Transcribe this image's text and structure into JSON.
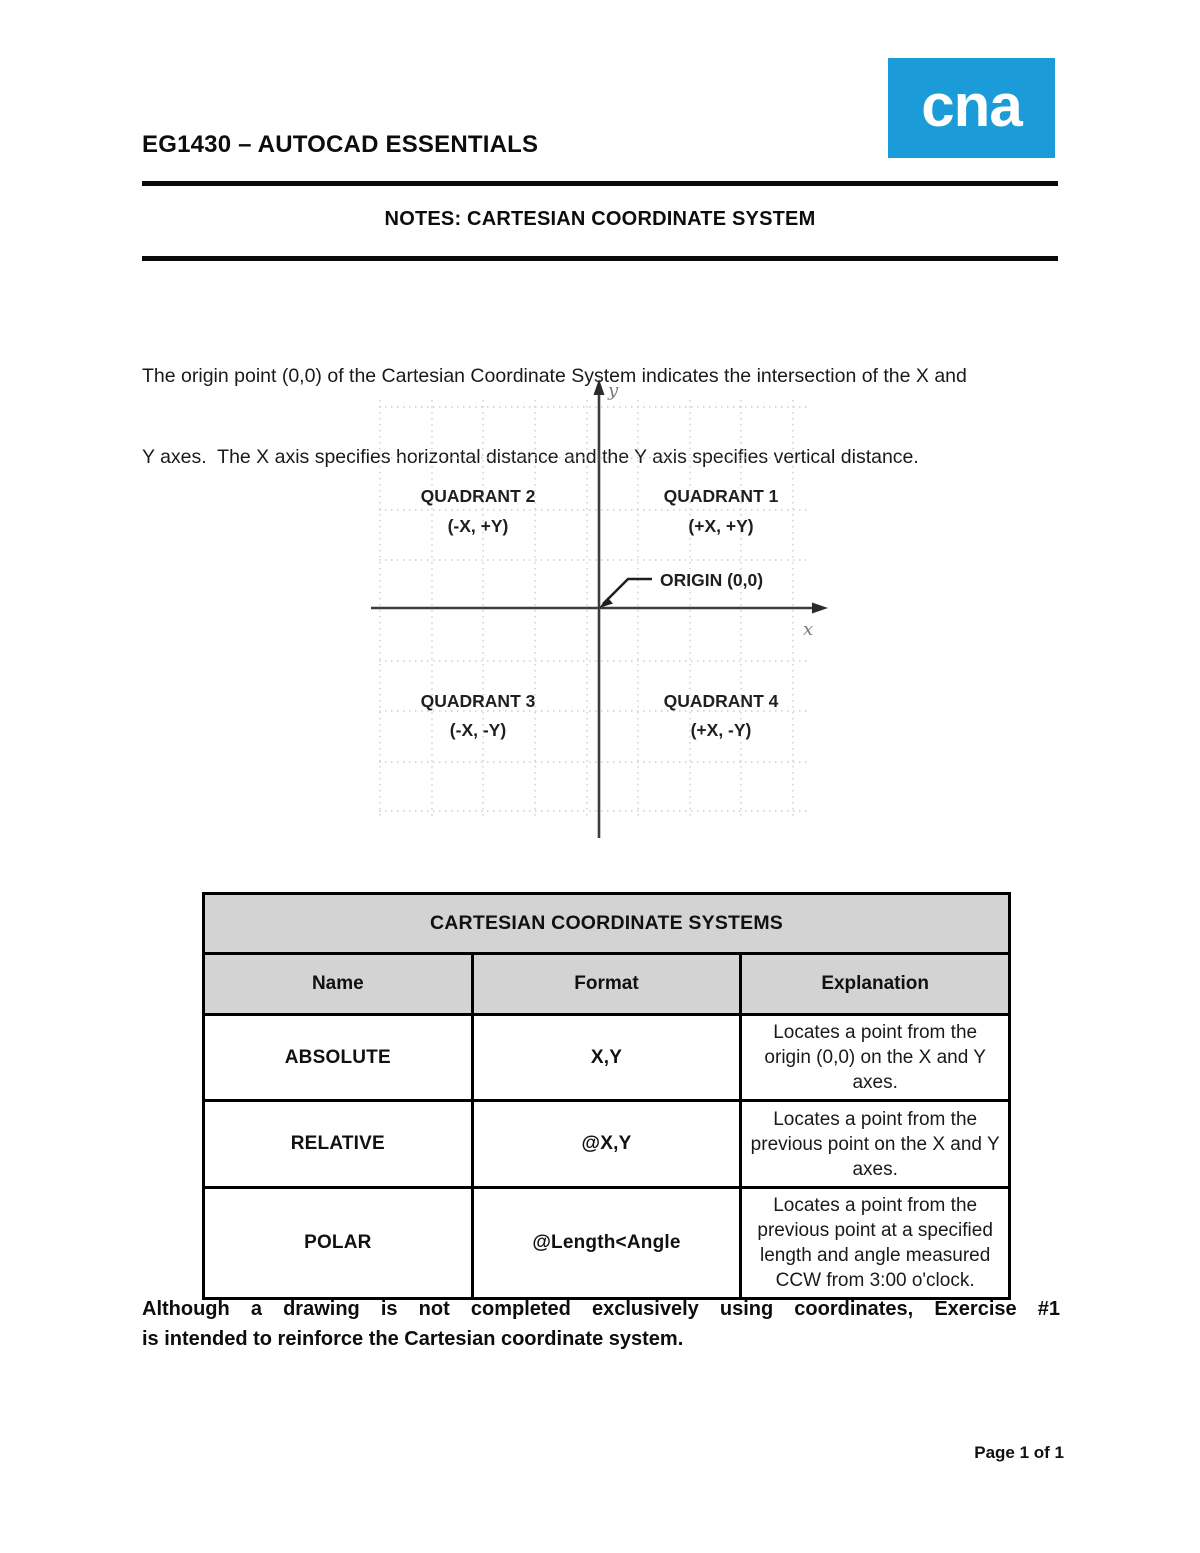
{
  "header": {
    "course_title": "EG1430 – AUTOCAD ESSENTIALS",
    "notes_heading": "NOTES: CARTESIAN COORDINATE SYSTEM",
    "logo_text": "cna",
    "logo_color": "#1b9bd8"
  },
  "intro_paragraph": {
    "line1": "The origin point (0,0) of the Cartesian Coordinate System indicates the intersection of the X and",
    "line2": "Y axes.  The X axis specifies horizontal distance and the Y axis specifies vertical distance."
  },
  "diagram": {
    "y_axis_label": "y",
    "x_axis_label": "x",
    "origin_label": "ORIGIN (0,0)",
    "quadrant1": {
      "name": "QUADRANT 1",
      "coords": "(+X, +Y)"
    },
    "quadrant2": {
      "name": "QUADRANT 2",
      "coords": "(-X, +Y)"
    },
    "quadrant3": {
      "name": "QUADRANT 3",
      "coords": "(-X, -Y)"
    },
    "quadrant4": {
      "name": "QUADRANT 4",
      "coords": "(+X, -Y)"
    },
    "grid_color": "#c4c4c4",
    "axis_color": "#3d3d3d"
  },
  "table": {
    "title": "CARTESIAN COORDINATE SYSTEMS",
    "header_bg": "#d3d3d3",
    "columns": {
      "name": "Name",
      "format": "Format",
      "explanation": "Explanation"
    },
    "rows": [
      {
        "name": "ABSOLUTE",
        "format": "X,Y",
        "explanation": "Locates a point from the origin (0,0) on the X and Y axes."
      },
      {
        "name": "RELATIVE",
        "format": "@X,Y",
        "explanation": "Locates a point from the previous point on the X and Y axes."
      },
      {
        "name": "POLAR",
        "format": "@Length<Angle",
        "explanation": "Locates a point from the previous point at a specified length and angle measured CCW from 3:00 o'clock."
      }
    ]
  },
  "closing_paragraph": {
    "line1": "Although a drawing is not completed exclusively using coordinates, Exercise #1",
    "line2": "is intended to reinforce the Cartesian coordinate system."
  },
  "footer": {
    "page_text": "Page 1 of 1"
  }
}
